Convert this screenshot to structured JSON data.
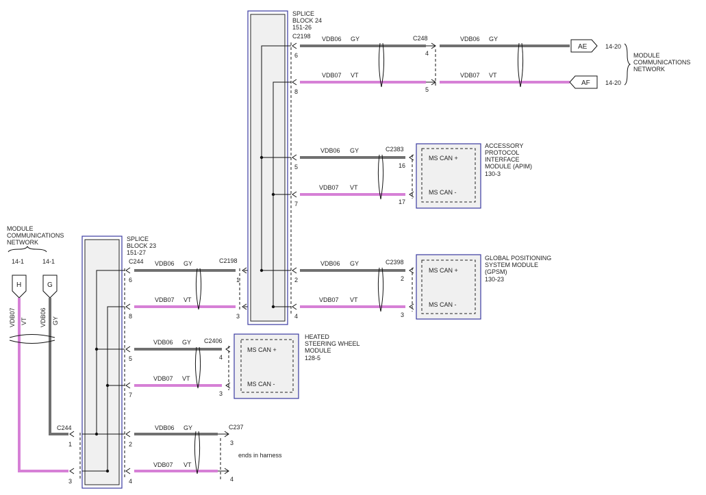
{
  "network_label_left": [
    "MODULE",
    "COMMUNICATIONS",
    "NETWORK"
  ],
  "network_label_right": [
    "MODULE",
    "COMMUNICATIONS",
    "NETWORK"
  ],
  "left_refs": [
    "14-1",
    "14-1"
  ],
  "left_flags": [
    "H",
    "G"
  ],
  "left_wires": {
    "vt_circuit": "VDB07",
    "vt_color": "VT",
    "gy_circuit": "VDB06",
    "gy_color": "GY"
  },
  "splice24": {
    "title1": "SPLICE",
    "title2": "BLOCK 24",
    "ref": "151-26",
    "conn": "C2198"
  },
  "splice23": {
    "title1": "SPLICE",
    "title2": "BLOCK 23",
    "ref": "151-27",
    "conn": "C244"
  },
  "wire_gy": {
    "circuit": "VDB06",
    "color": "GY"
  },
  "wire_vt": {
    "circuit": "VDB07",
    "color": "VT"
  },
  "connectors": {
    "c248": "C248",
    "c2383": "C2383",
    "c2398": "C2398",
    "c2198": "C2198",
    "c2406": "C2406",
    "c237": "C237",
    "c244": "C244"
  },
  "flags_right": {
    "ae": "AE",
    "af": "AF",
    "ae_ref": "14-20",
    "af_ref": "14-20"
  },
  "modules": {
    "apim": {
      "name": [
        "ACCESSORY",
        "PROTOCOL",
        "INTERFACE",
        "MODULE (APIM)"
      ],
      "ref": "130-3"
    },
    "gpsm": {
      "name": [
        "GLOBAL POSITIONING",
        "SYSTEM MODULE",
        "(GPSM)"
      ],
      "ref": "130-23"
    },
    "hsw": {
      "name": [
        "HEATED",
        "STEERING WHEEL",
        "MODULE"
      ],
      "ref": "128-5"
    }
  },
  "pin_labels": {
    "can_plus": "MS CAN +",
    "can_minus": "MS CAN -"
  },
  "pins": {
    "s24": [
      "6",
      "8",
      "5",
      "7",
      "2",
      "4"
    ],
    "c248": [
      "4",
      "5"
    ],
    "apim": [
      "16",
      "17"
    ],
    "gpsm": [
      "2",
      "3"
    ],
    "c2198": [
      "1",
      "3"
    ],
    "s23": [
      "6",
      "8",
      "5",
      "7",
      "2",
      "4"
    ],
    "hsw": [
      "4",
      "3"
    ],
    "c237": [
      "3",
      "4"
    ],
    "c244": [
      "1",
      "3"
    ]
  },
  "note_harness": "ends in harness"
}
